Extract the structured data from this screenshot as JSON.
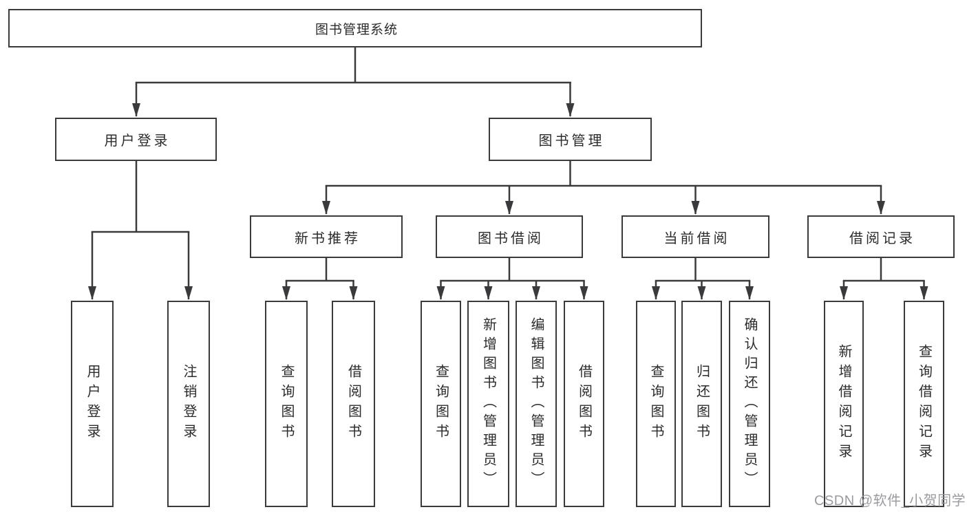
{
  "page": {
    "background_color": "#ffffff",
    "line_color": "#3a3a3c",
    "text_color": "#2b2b2d",
    "watermark_color": "#9b9b9f"
  },
  "nodes": {
    "root": {
      "label": "图书管理系统"
    },
    "user_login_group": {
      "label": "用户登录"
    },
    "book_management": {
      "label": "图书管理"
    },
    "new_book_recommend": {
      "label": "新书推荐"
    },
    "book_borrowing": {
      "label": "图书借阅"
    },
    "current_borrowing": {
      "label": "当前借阅"
    },
    "borrowing_records": {
      "label": "借阅记录"
    },
    "leaf_user_login": {
      "label": "用户登录"
    },
    "leaf_logout": {
      "label": "注销登录"
    },
    "leaf_query_books_1": {
      "label": "查询图书"
    },
    "leaf_borrow_books_1": {
      "label": "借阅图书"
    },
    "leaf_query_books_2": {
      "label": "查询图书"
    },
    "leaf_add_books_admin": {
      "label": "新增图书（管理员）"
    },
    "leaf_edit_books_admin": {
      "label": "编辑图书（管理员）"
    },
    "leaf_borrow_books_2": {
      "label": "借阅图书"
    },
    "leaf_query_books_3": {
      "label": "查询图书"
    },
    "leaf_return_books": {
      "label": "归还图书"
    },
    "leaf_confirm_return_admin": {
      "label": "确认归还（管理员）"
    },
    "leaf_add_borrow_record": {
      "label": "新增借阅记录"
    },
    "leaf_query_borrow_record": {
      "label": "查询借阅记录"
    }
  },
  "watermark": {
    "text": "CSDN @软件_小贺同学"
  }
}
